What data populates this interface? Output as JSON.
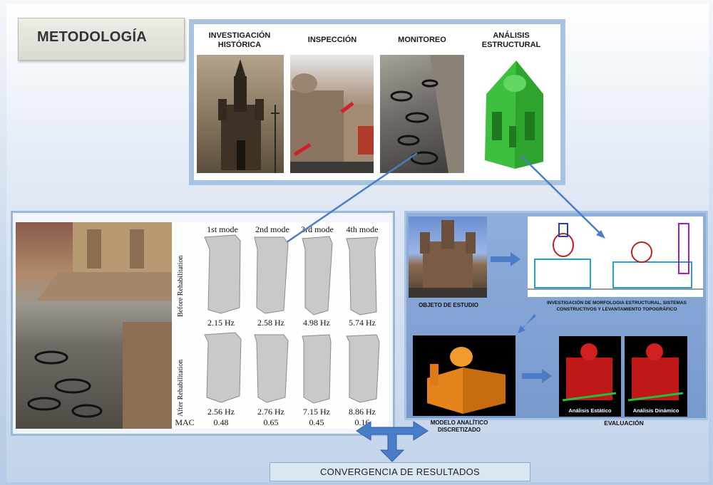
{
  "title": "METODOLOGÍA",
  "top_stages": [
    {
      "label": "INVESTIGACIÓN HISTÓRICA"
    },
    {
      "label": "INSPECCIÓN"
    },
    {
      "label": "MONITOREO"
    },
    {
      "label": "ANÁLISIS ESTRUCTURAL"
    }
  ],
  "modal": {
    "modes": [
      "1st mode",
      "2nd mode",
      "3rd mode",
      "4th mode"
    ],
    "before_label": "Before Rehabilitation",
    "after_label": "After Rehabilitation",
    "before_freqs": [
      "2.15 Hz",
      "2.58 Hz",
      "4.98 Hz",
      "5.74 Hz"
    ],
    "after_freqs": [
      "2.56 Hz",
      "2.76 Hz",
      "7.15 Hz",
      "8.86 Hz"
    ],
    "mac_label": "MAC",
    "mac_values": [
      "0.48",
      "0.65",
      "0.45",
      "0.16"
    ]
  },
  "right": {
    "objeto": "OBJETO DE ESTUDIO",
    "investigacion": "INVESTIGACIÓN DE MORFOLOGIA ESTRUCTURAL, SISTEMAS CONSTRUCTIVOS Y LEVANTAMIENTO TOPOGRÁFICO",
    "modelo": "MODELO ANALÍTICO DISCRETIZADO",
    "evaluacion": "EVALUACIÓN",
    "estatico": "Análisis Estático",
    "dinamico": "Análisis Dinámico"
  },
  "convergencia": "CONVERGENCIA DE RESULTADOS"
}
